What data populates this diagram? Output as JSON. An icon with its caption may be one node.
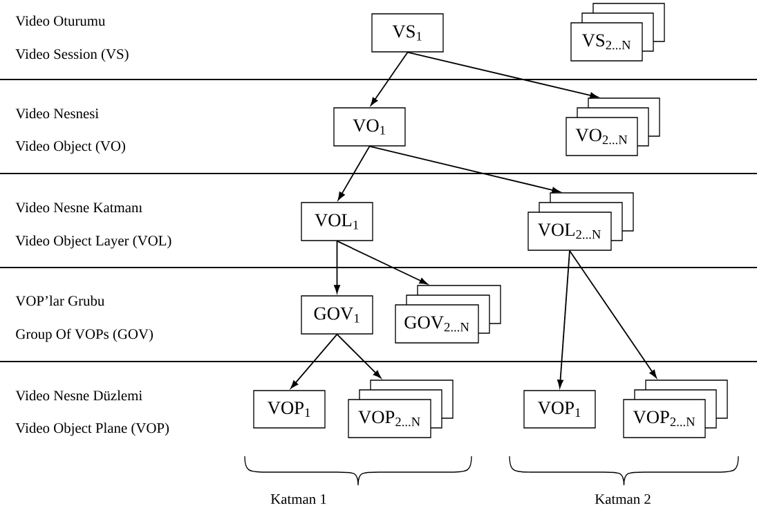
{
  "diagram": {
    "nodes": [
      {
        "text": [
          "VS$_{1}$"
        ]
      },
      {
        "text": [
          "VS$_{2...N}$"
        ]
      },
      {
        "text": [
          "VO$_{1}$"
        ]
      },
      {
        "text": [
          "VO$_{2...N}$"
        ]
      },
      {
        "text": [
          "VOL$_{1}$"
        ]
      },
      {
        "text": [
          "VOL$_{2...N}$"
        ]
      },
      {
        "text": [
          "GOV$_{1}$"
        ]
      },
      {
        "text": [
          "GOV$_{2...N}$"
        ]
      },
      {
        "text": [
          "VOP$_{1}$"
        ]
      },
      {
        "text": [
          "VOP$_{2...N}$"
        ]
      },
      {
        "text": [
          "VOP$_{1}$"
        ]
      },
      {
        "text": [
          "VOP$_{2...N}$"
        ]
      }
    ],
    "edges": [
      {
        "from": 0,
        "to": 2,
        "arrow": "to"
      },
      {
        "from": 0,
        "to": 3,
        "arrow": "to"
      },
      {
        "from": 2,
        "to": 4,
        "arrow": "to"
      },
      {
        "from": 2,
        "to": 5,
        "arrow": "to"
      },
      {
        "from": 4,
        "to": 6,
        "arrow": "to"
      },
      {
        "from": 4,
        "to": 7,
        "arrow": "to"
      },
      {
        "from": 6,
        "to": 8,
        "arrow": "to"
      },
      {
        "from": 6,
        "to": 9,
        "arrow": "to"
      },
      {
        "from": 5,
        "to": 10,
        "arrow": "to"
      },
      {
        "from": 5,
        "to": 11,
        "arrow": "to"
      }
    ],
    "labels": [
      "Video Oturumu",
      "Video Session (VS)",
      "Video Nesnesi",
      "Video Object (VO)",
      "Video Nesne Katmanı",
      "Video Object Layer (VOL)",
      "VOP’lar Grubu",
      "Group Of VOPs (GOV)",
      "Video Nesne Düzlemi",
      "Video Object Plane (VOP)",
      "Katman 1",
      "Katman 2"
    ]
  }
}
